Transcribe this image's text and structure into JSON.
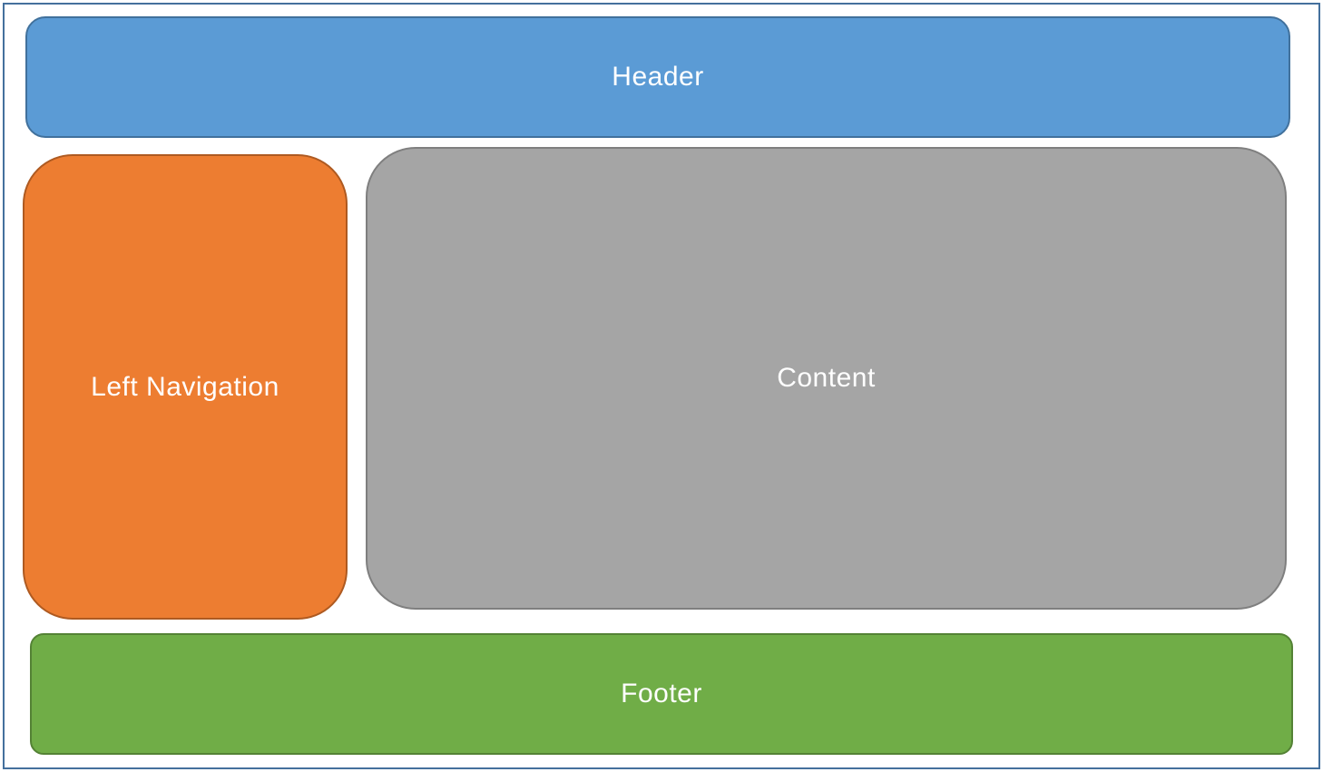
{
  "diagram": {
    "title": "page-layout-wireframe",
    "outer_border_color": "#44709D",
    "label_text_color": "#FFFFFF",
    "boxes": {
      "header": {
        "label": "Header",
        "fill": "#5B9BD5",
        "stroke": "#41719C"
      },
      "left_navigation": {
        "label": "Left Navigation",
        "fill": "#ED7D31",
        "stroke": "#AE5A21"
      },
      "content": {
        "label": "Content",
        "fill": "#A5A5A5",
        "stroke": "#7F7F7F"
      },
      "footer": {
        "label": "Footer",
        "fill": "#70AD47",
        "stroke": "#548235"
      }
    }
  }
}
